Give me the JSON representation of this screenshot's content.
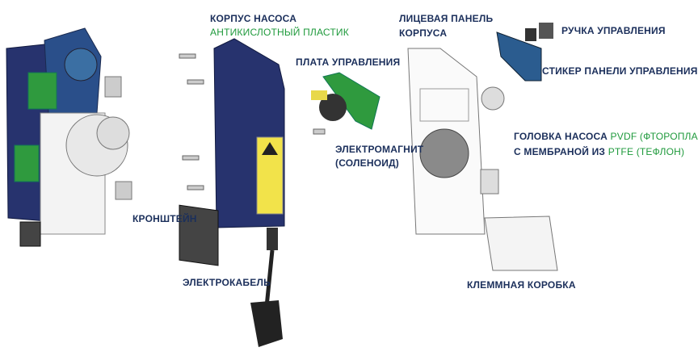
{
  "labels": {
    "housing": "КОРПУС НАСОСА",
    "housing_material": "АНТИКИСЛОТНЫЙ ПЛАСТИК",
    "front_panel_line1": "ЛИЦЕВАЯ ПАНЕЛЬ",
    "front_panel_line2": "КОРПУСА",
    "control_board": "ПЛАТА УПРАВЛЕНИЯ",
    "control_knob": "РУЧКА УПРАВЛЕНИЯ",
    "panel_sticker": "СТИКЕР ПАНЕЛИ УПРАВЛЕНИЯ",
    "solenoid_line1": "ЭЛЕКТРОМАГНИТ",
    "solenoid_line2": "(СОЛЕНОИД)",
    "pump_head_prefix": "ГОЛОВКА НАСОСА",
    "pump_head_material": "PVDF (ФТОРОПЛАСТ)",
    "membrane_prefix": "С МЕМБРАНОЙ ИЗ",
    "membrane_material": "PTFE (ТЕФЛОН)",
    "bracket": "КРОНШТЕЙН",
    "power_cable": "ЭЛЕКТРОКАБЕЛЬ",
    "terminal_box": "КЛЕММНАЯ КОРОБКА"
  },
  "colors": {
    "label": "#1b2f5b",
    "material": "#1f9a3c",
    "housing": "#27336e",
    "board": "#2f9a3e"
  }
}
